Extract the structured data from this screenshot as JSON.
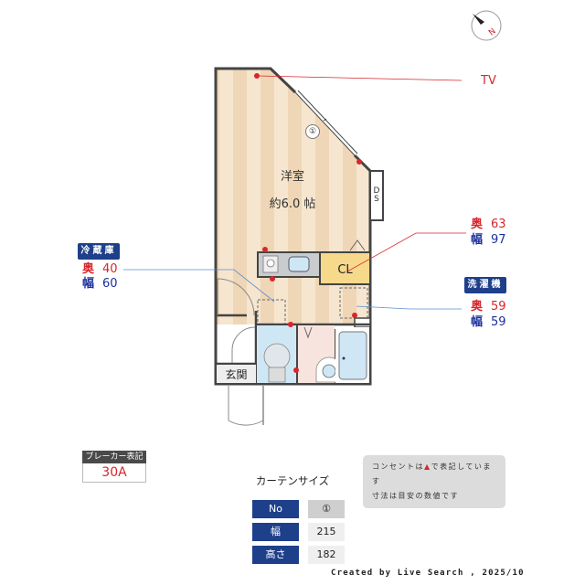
{
  "compass": {
    "icon": "compass-north-icon",
    "label": "N"
  },
  "rooms": {
    "western_room": {
      "name": "洋室",
      "size": "約6.0 帖",
      "window_no": "①"
    },
    "ds_label": "DS",
    "closet_label": "CL",
    "entrance_label": "玄関"
  },
  "annotations": {
    "tv": {
      "label": "TV"
    },
    "fridge": {
      "title": "冷蔵庫",
      "depth_key": "奥",
      "depth": "40",
      "width_key": "幅",
      "width": "60"
    },
    "closet": {
      "depth_key": "奥",
      "depth": "63",
      "width_key": "幅",
      "width": "97"
    },
    "washer": {
      "title": "洗濯機",
      "depth_key": "奥",
      "depth": "59",
      "width_key": "幅",
      "width": "59"
    }
  },
  "breaker": {
    "title": "ブレーカー表記",
    "value": "30A"
  },
  "legend": {
    "line1_pre": "コンセントは",
    "line1_post": "で表記しています",
    "line2": "寸法は目安の数値です"
  },
  "curtain": {
    "title": "カーテンサイズ",
    "rows": [
      {
        "key": "No",
        "value": "①"
      },
      {
        "key": "幅",
        "value": "215"
      },
      {
        "key": "高さ",
        "value": "182"
      }
    ]
  },
  "credit": "Created by Live Search , 2025/10",
  "colors": {
    "accent_blue": "#1e3f8a",
    "outlet_red": "#d7262b",
    "wall": "#444444",
    "floor_light": "#f6e6cf",
    "floor_dark": "#efd6b6",
    "closet_yellow": "#f7d98b",
    "bath_blue": "#cfe7f5"
  }
}
